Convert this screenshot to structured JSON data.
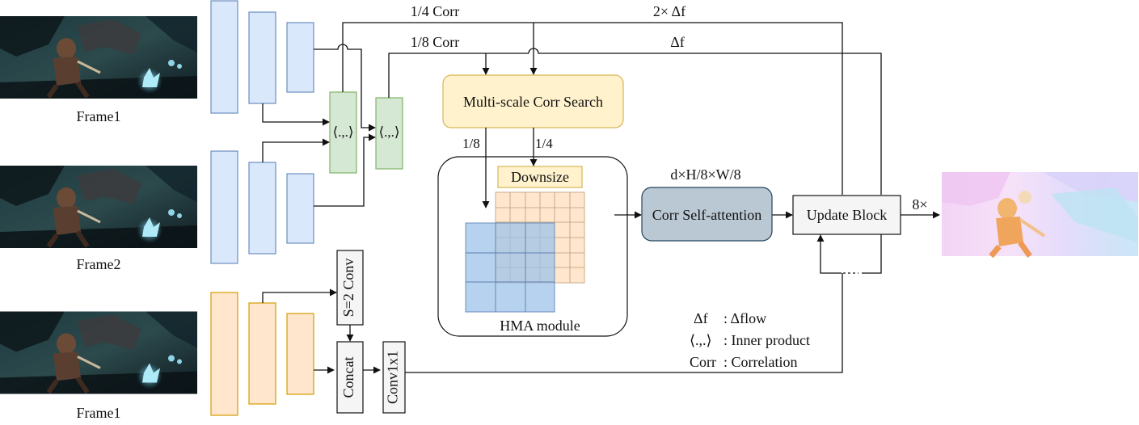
{
  "inputs": {
    "frame1_top": "Frame1",
    "frame2": "Frame2",
    "frame1_bottom": "Frame1"
  },
  "correlation": {
    "inner_product_a": "⟨.,.⟩",
    "inner_product_b": "⟨.,.⟩",
    "corr_quarter": "1/4 Corr",
    "corr_eighth": "1/8 Corr"
  },
  "flow_feedback": {
    "double_delta": "2× Δf",
    "delta": "Δf"
  },
  "search": {
    "title": "Multi-scale Corr Search",
    "scale_eighth": "1/8",
    "scale_quarter": "1/4"
  },
  "hma": {
    "downsize": "Downsize",
    "caption": "HMA module"
  },
  "attention": {
    "dims": "d×H/8×W/8",
    "title": "Corr Self-attention"
  },
  "update": {
    "title": "Update Block",
    "upsample": "8×"
  },
  "context": {
    "strided_conv": "S=2 Conv",
    "concat": "Concat",
    "conv1x1": "Conv1x1"
  },
  "legend": {
    "delta_symbol": "Δf",
    "delta_desc": ": Δflow",
    "inner_symbol": "⟨.,.⟩",
    "inner_desc": ": Inner product",
    "corr_symbol": "Corr",
    "corr_desc": ": Correlation"
  },
  "colors": {
    "encoder_blue_fill": "#dae8fc",
    "encoder_blue_stroke": "#6c8ebf",
    "context_orange_fill": "#ffe6cc",
    "context_orange_stroke": "#d79b00",
    "corr_green_fill": "#d5e8d4",
    "corr_green_stroke": "#82b366",
    "search_fill": "#fff2cc",
    "search_stroke": "#d6b656",
    "attention_fill": "#bac8d3",
    "attention_stroke": "#23445d",
    "block_gray_fill": "#f5f5f5"
  }
}
